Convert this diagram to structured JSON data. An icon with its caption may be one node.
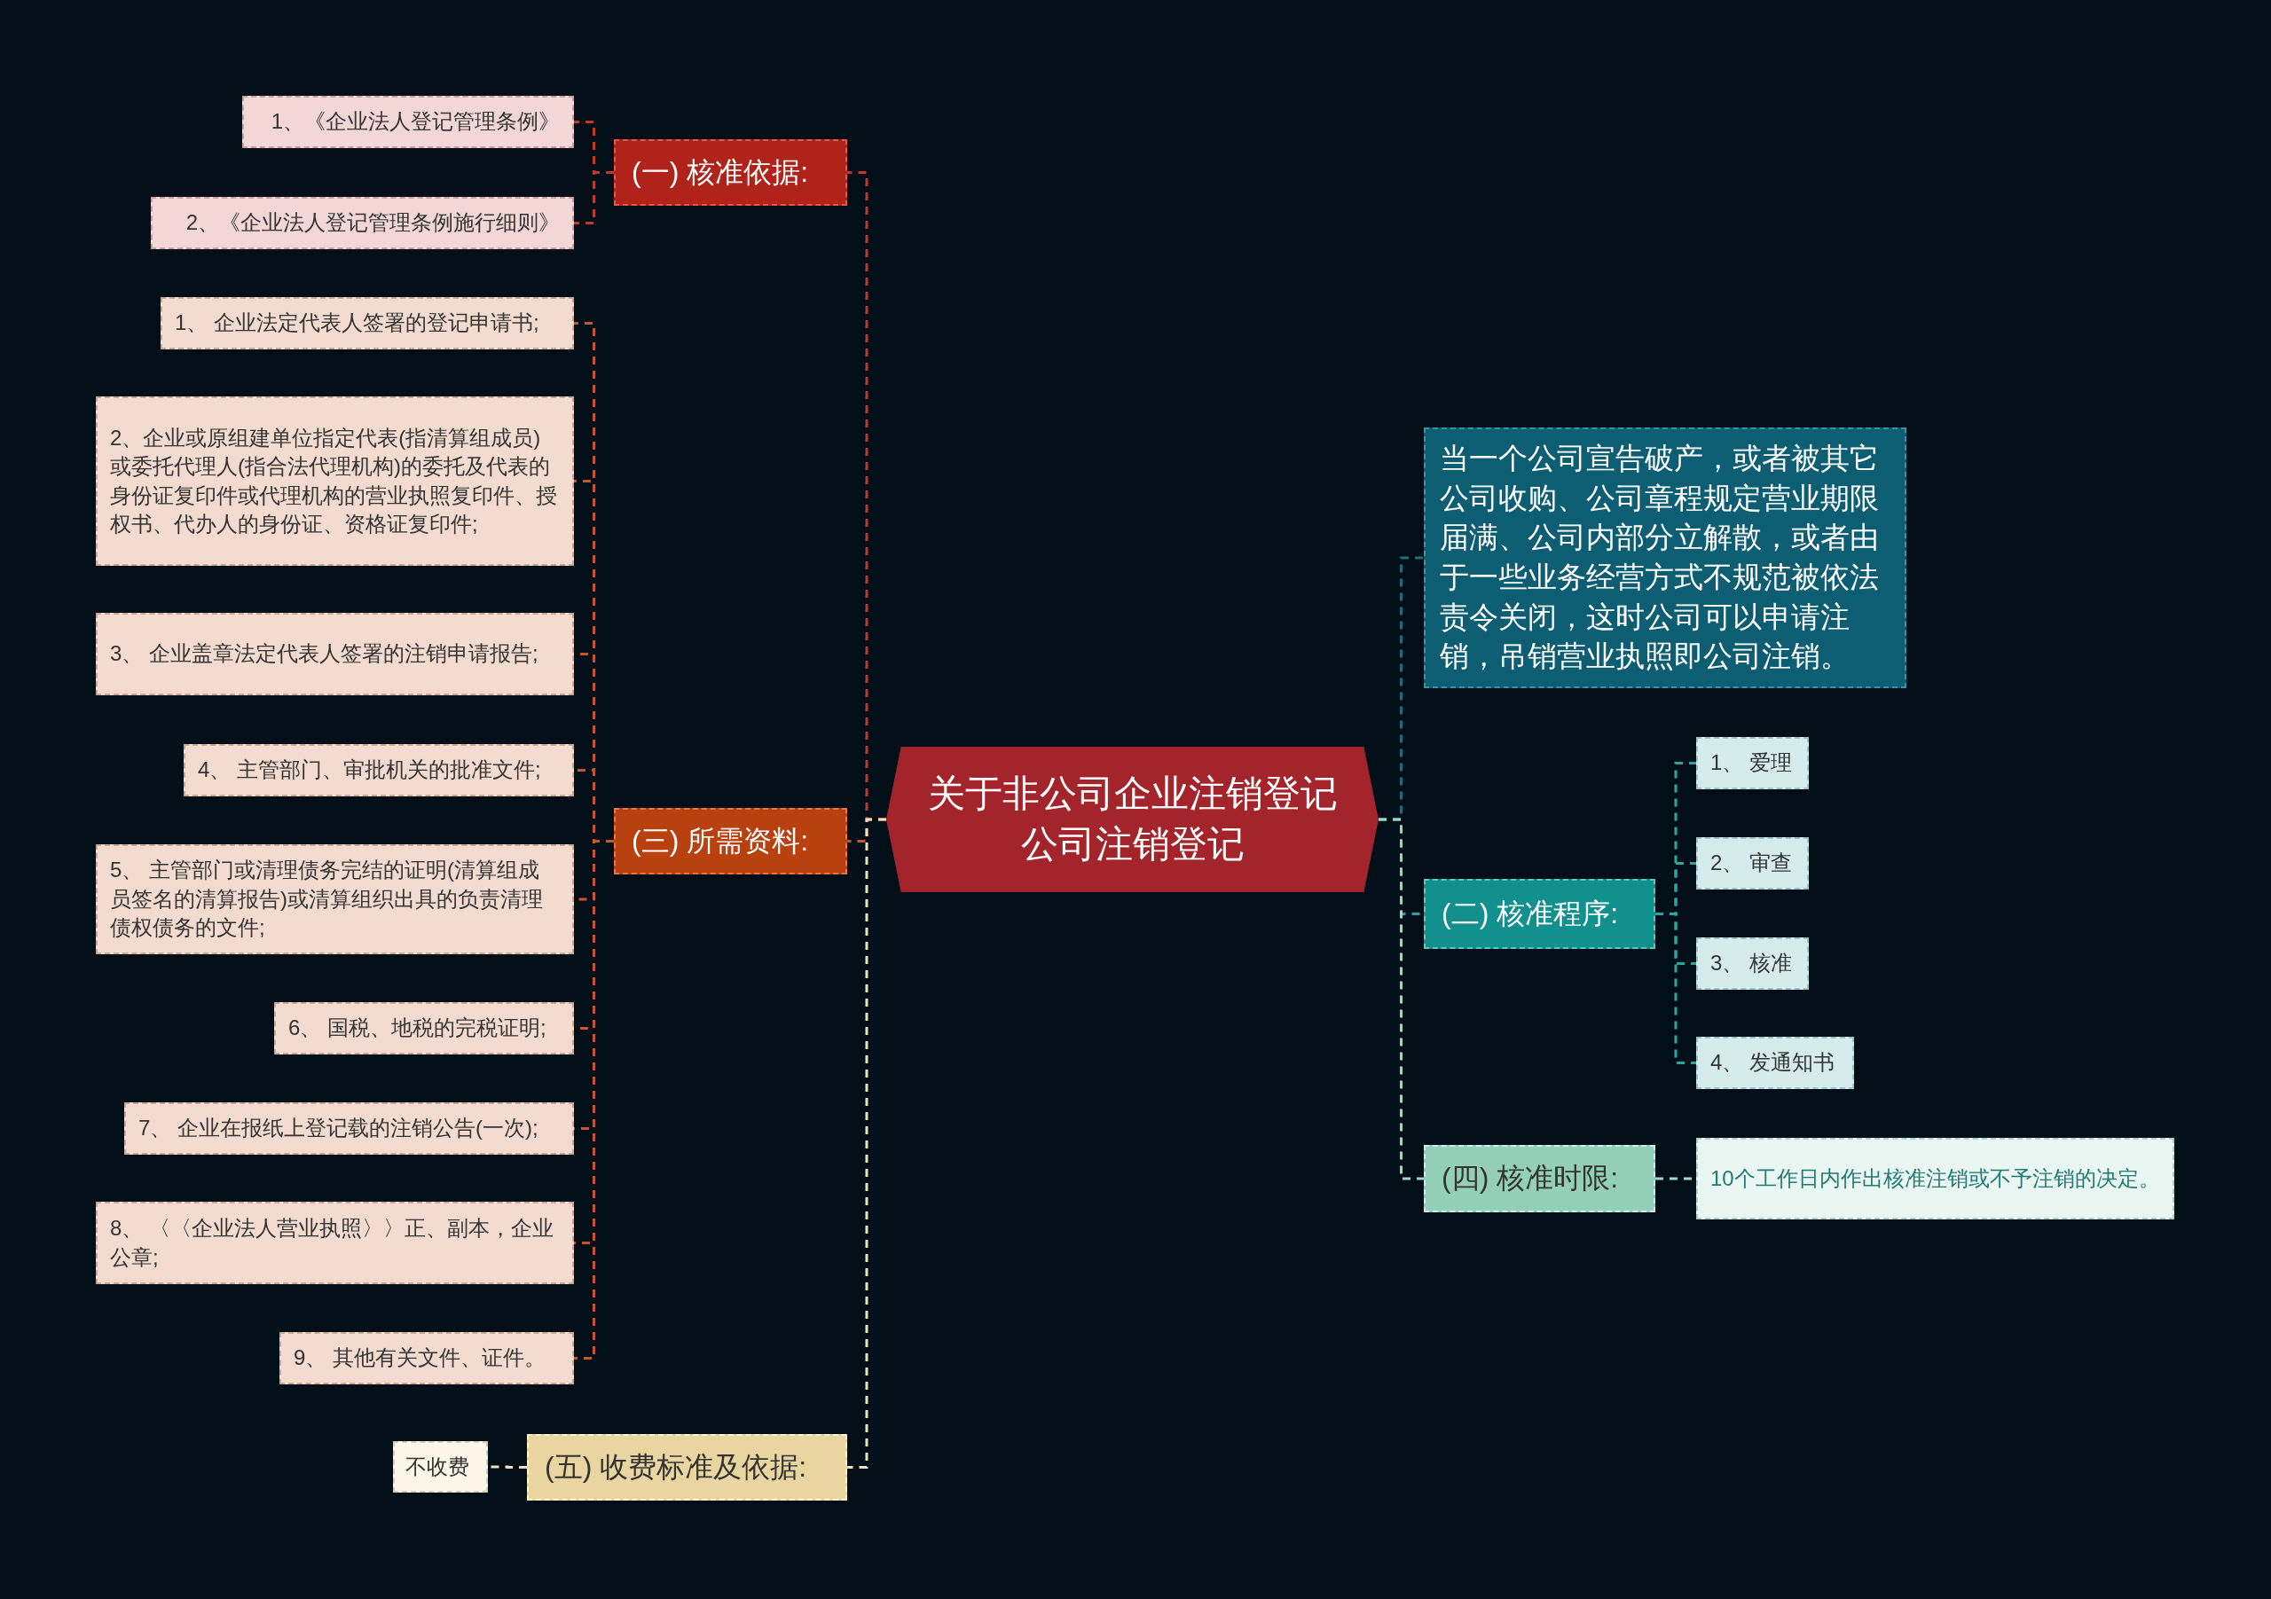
{
  "diagram": {
    "nodes": [
      {
        "text": [
          "关于非公司企业注销登记公司注销登记"
        ]
      },
      {
        "text": [
          "(一) 核准依据:"
        ]
      },
      {
        "text": [
          "1、《企业法人登记管理条例》"
        ]
      },
      {
        "text": [
          "2、《企业法人登记管理条例施行细则》"
        ]
      },
      {
        "text": [
          "(三) 所需资料:"
        ]
      },
      {
        "text": [
          "1、 企业法定代表人签署的登记申请书;"
        ]
      },
      {
        "text": [
          "2、企业或原组建单位指定代表(指清算组成员)或委托代理人(指合法代理机构)的委托及代表的身份证复印件或代理机构的营业执照复印件、授权书、代办人的身份证、资格证复印件;"
        ]
      },
      {
        "text": [
          "3、 企业盖章法定代表人签署的注销申请报告;"
        ]
      },
      {
        "text": [
          "4、 主管部门、审批机关的批准文件;"
        ]
      },
      {
        "text": [
          "5、 主管部门或清理债务完结的证明(清算组成员签名的清算报告)或清算组织出具的负责清理债权债务的文件;"
        ]
      },
      {
        "text": [
          "6、 国税、地税的完税证明;"
        ]
      },
      {
        "text": [
          "7、 企业在报纸上登记载的注销公告(一次);"
        ]
      },
      {
        "text": [
          "8、 〈〈企业法人营业执照〉〉正、副本，企业公章;"
        ]
      },
      {
        "text": [
          "9、 其他有关文件、证件。"
        ]
      },
      {
        "text": [
          "(五) 收费标准及依据:"
        ]
      },
      {
        "text": [
          "不收费"
        ]
      },
      {
        "text": [
          "当一个公司宣告破产，或者被其它公司收购、公司章程规定营业期限届满、公司内部分立解散，或者由于一些业务经营方式不规范被依法责令关闭，这时公司可以申请注销，吊销营业执照即公司注销。"
        ]
      },
      {
        "text": [
          "(二) 核准程序:"
        ]
      },
      {
        "text": [
          "1、 爱理"
        ]
      },
      {
        "text": [
          "2、 审查"
        ]
      },
      {
        "text": [
          "3、 核准"
        ]
      },
      {
        "text": [
          "4、 发通知书"
        ]
      },
      {
        "text": [
          "(四) 核准时限:"
        ]
      },
      {
        "text": [
          "10个工作日内作出核准注销或不予注销的决定。"
        ]
      }
    ],
    "edges": [
      {
        "from": 0,
        "to": 1,
        "arrow": "none",
        "color": "#c0392b"
      },
      {
        "from": 1,
        "to": 2,
        "arrow": "none",
        "color": "#c0392b"
      },
      {
        "from": 1,
        "to": 3,
        "arrow": "none",
        "color": "#c0392b"
      },
      {
        "from": 0,
        "to": 4,
        "arrow": "none",
        "color": "#c8562a"
      },
      {
        "from": 4,
        "to": 5,
        "arrow": "none",
        "color": "#c8562a"
      },
      {
        "from": 4,
        "to": 6,
        "arrow": "none",
        "color": "#c8562a"
      },
      {
        "from": 4,
        "to": 7,
        "arrow": "none",
        "color": "#c8562a"
      },
      {
        "from": 4,
        "to": 8,
        "arrow": "none",
        "color": "#c8562a"
      },
      {
        "from": 4,
        "to": 9,
        "arrow": "none",
        "color": "#c8562a"
      },
      {
        "from": 4,
        "to": 10,
        "arrow": "none",
        "color": "#c8562a"
      },
      {
        "from": 4,
        "to": 11,
        "arrow": "none",
        "color": "#c8562a"
      },
      {
        "from": 4,
        "to": 12,
        "arrow": "none",
        "color": "#c8562a"
      },
      {
        "from": 4,
        "to": 13,
        "arrow": "none",
        "color": "#c8562a"
      },
      {
        "from": 0,
        "to": 14,
        "arrow": "none",
        "color": "#f0e0c0"
      },
      {
        "from": 14,
        "to": 15,
        "arrow": "none",
        "color": "#f0e0c0"
      },
      {
        "from": 0,
        "to": 16,
        "arrow": "none",
        "color": "#1a6f80"
      },
      {
        "from": 0,
        "to": 17,
        "arrow": "none",
        "color": "#2aa5a0"
      },
      {
        "from": 17,
        "to": 18,
        "arrow": "none",
        "color": "#2aa5a0"
      },
      {
        "from": 17,
        "to": 19,
        "arrow": "none",
        "color": "#2aa5a0"
      },
      {
        "from": 17,
        "to": 20,
        "arrow": "none",
        "color": "#2aa5a0"
      },
      {
        "from": 17,
        "to": 21,
        "arrow": "none",
        "color": "#2aa5a0"
      },
      {
        "from": 0,
        "to": 22,
        "arrow": "none",
        "color": "#a0d8c8"
      },
      {
        "from": 22,
        "to": 23,
        "arrow": "none",
        "color": "#a0d8c8"
      }
    ]
  }
}
